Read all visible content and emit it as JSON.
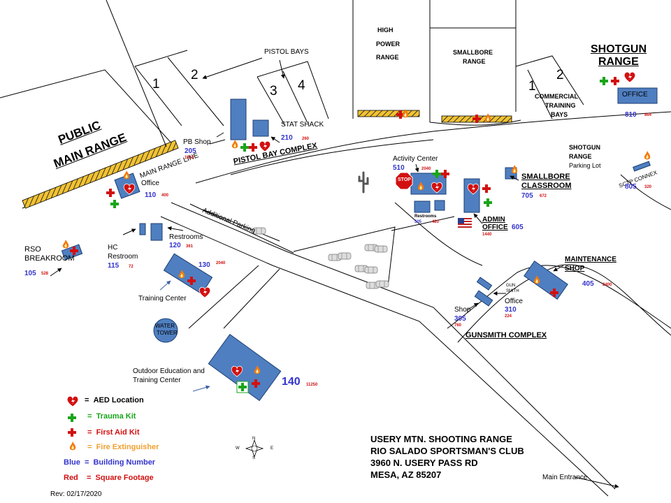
{
  "title": {
    "line1": "USERY MTN. SHOOTING RANGE",
    "line2": "RIO SALADO SPORTSMAN'S CLUB",
    "line3": "3960 N. USERY PASS RD",
    "line4": "MESA, AZ  85207"
  },
  "revision": "Rev: 02/17/2020",
  "main_entrance": "Main Entrance",
  "areas": {
    "public_main_range": [
      "PUBLIC",
      "MAIN RANGE"
    ],
    "main_range_line": "MAIN RANGE LINE",
    "pistol_bays": "PISTOL BAYS",
    "pistol_bay_numbers": [
      "1",
      "2",
      "3",
      "4"
    ],
    "pistol_bay_complex": "PISTOL BAY COMPLEX",
    "high_power_range": [
      "HIGH",
      "POWER",
      "RANGE"
    ],
    "smallbore_range": [
      "SMALLBORE",
      "RANGE"
    ],
    "shotgun_range": [
      "SHOTGUN",
      "RANGE"
    ],
    "commercial_bay_numbers": [
      "1",
      "2"
    ],
    "commercial_training_bays": [
      "COMMERCIAL",
      "TRAINING",
      "BAYS"
    ],
    "shotgun_parking": [
      "SHOTGUN",
      "RANGE",
      "Parking Lot"
    ],
    "additional_parking": "Additional Parking",
    "gunsmith_complex": "GUNSMITH COMPLEX",
    "water_tower": [
      "WATER",
      "TOWER"
    ],
    "stop_sign": "STOP"
  },
  "buildings": {
    "pb_shop": {
      "name": "PB Shop",
      "number": "205",
      "sqft": "1513"
    },
    "stat_shack": {
      "name": "STAT SHACK",
      "number": "210",
      "sqft": "260"
    },
    "main_range_office": {
      "name": "Office",
      "number": "110",
      "sqft": "400"
    },
    "activity_center": {
      "name": "Activity Center",
      "number": "510",
      "sqft": "2040"
    },
    "restrooms_ac": {
      "name": "Restrooms",
      "number": "505",
      "sqft": "420"
    },
    "admin_office": {
      "name": [
        "ADMIN",
        "OFFICE"
      ],
      "number": "605",
      "sqft": "1440"
    },
    "smallbore_classroom": {
      "name": [
        "SMALLBORE",
        "CLASSROOM"
      ],
      "number": "705",
      "sqft": "672"
    },
    "sctp_connex": {
      "name": "SCTP CONNEX",
      "number": "805",
      "sqft": "320"
    },
    "shotgun_office": {
      "name": "OFFICE",
      "number": "810",
      "sqft": "864"
    },
    "maintenance_shop": {
      "name": [
        "MAINTENANCE",
        "SHOP"
      ],
      "number": "405",
      "sqft": "2400"
    },
    "gunsmith_office": {
      "name": [
        "GUN",
        "SMITH",
        "Office"
      ],
      "number": "310",
      "sqft": "224"
    },
    "gunsmith_shop": {
      "name": "Shop",
      "number": "305",
      "sqft": "760"
    },
    "rso_breakroom": {
      "name": [
        "RSO",
        "BREAKROOM"
      ],
      "number": "105",
      "sqft": "528"
    },
    "restrooms": {
      "name": "Restrooms",
      "number": "120",
      "sqft": "361"
    },
    "hc_restroom": {
      "name": [
        "HC",
        "Restroom"
      ],
      "number": "115",
      "sqft": "72"
    },
    "training_center": {
      "name": "Training Center",
      "number": "130",
      "sqft": "2040"
    },
    "outdoor_education": {
      "name": [
        "Outdoor Education and",
        "Training Center"
      ],
      "number": "140",
      "sqft": "11250"
    }
  },
  "legend": [
    {
      "icon": "aed-icon",
      "label": "AED Location",
      "color": "#000000",
      "sep": "="
    },
    {
      "icon": "trauma-kit-icon",
      "label": "Trauma Kit",
      "color": "#1aa51a",
      "sep": "="
    },
    {
      "icon": "first-aid-icon",
      "label": "First Aid Kit",
      "color": "#d21010",
      "sep": "="
    },
    {
      "icon": "fire-extinguisher-icon",
      "label": "Fire Extinguisher",
      "color": "#f0a030",
      "sep": "="
    },
    {
      "icon": "",
      "label": "Blue  =  Building Number",
      "color": "#3333cc"
    },
    {
      "icon": "",
      "label": "Red    =  Square Footage",
      "color": "#d21010"
    }
  ],
  "compass": {
    "n": "N",
    "s": "S",
    "e": "E",
    "w": "W"
  },
  "colors": {
    "building": "#4f7fc0",
    "aed": "#d21010",
    "trauma": "#1aa51a",
    "first_aid": "#d21010",
    "fire": "#f0a030",
    "number": "#3333cc",
    "sqft": "#d21010"
  }
}
